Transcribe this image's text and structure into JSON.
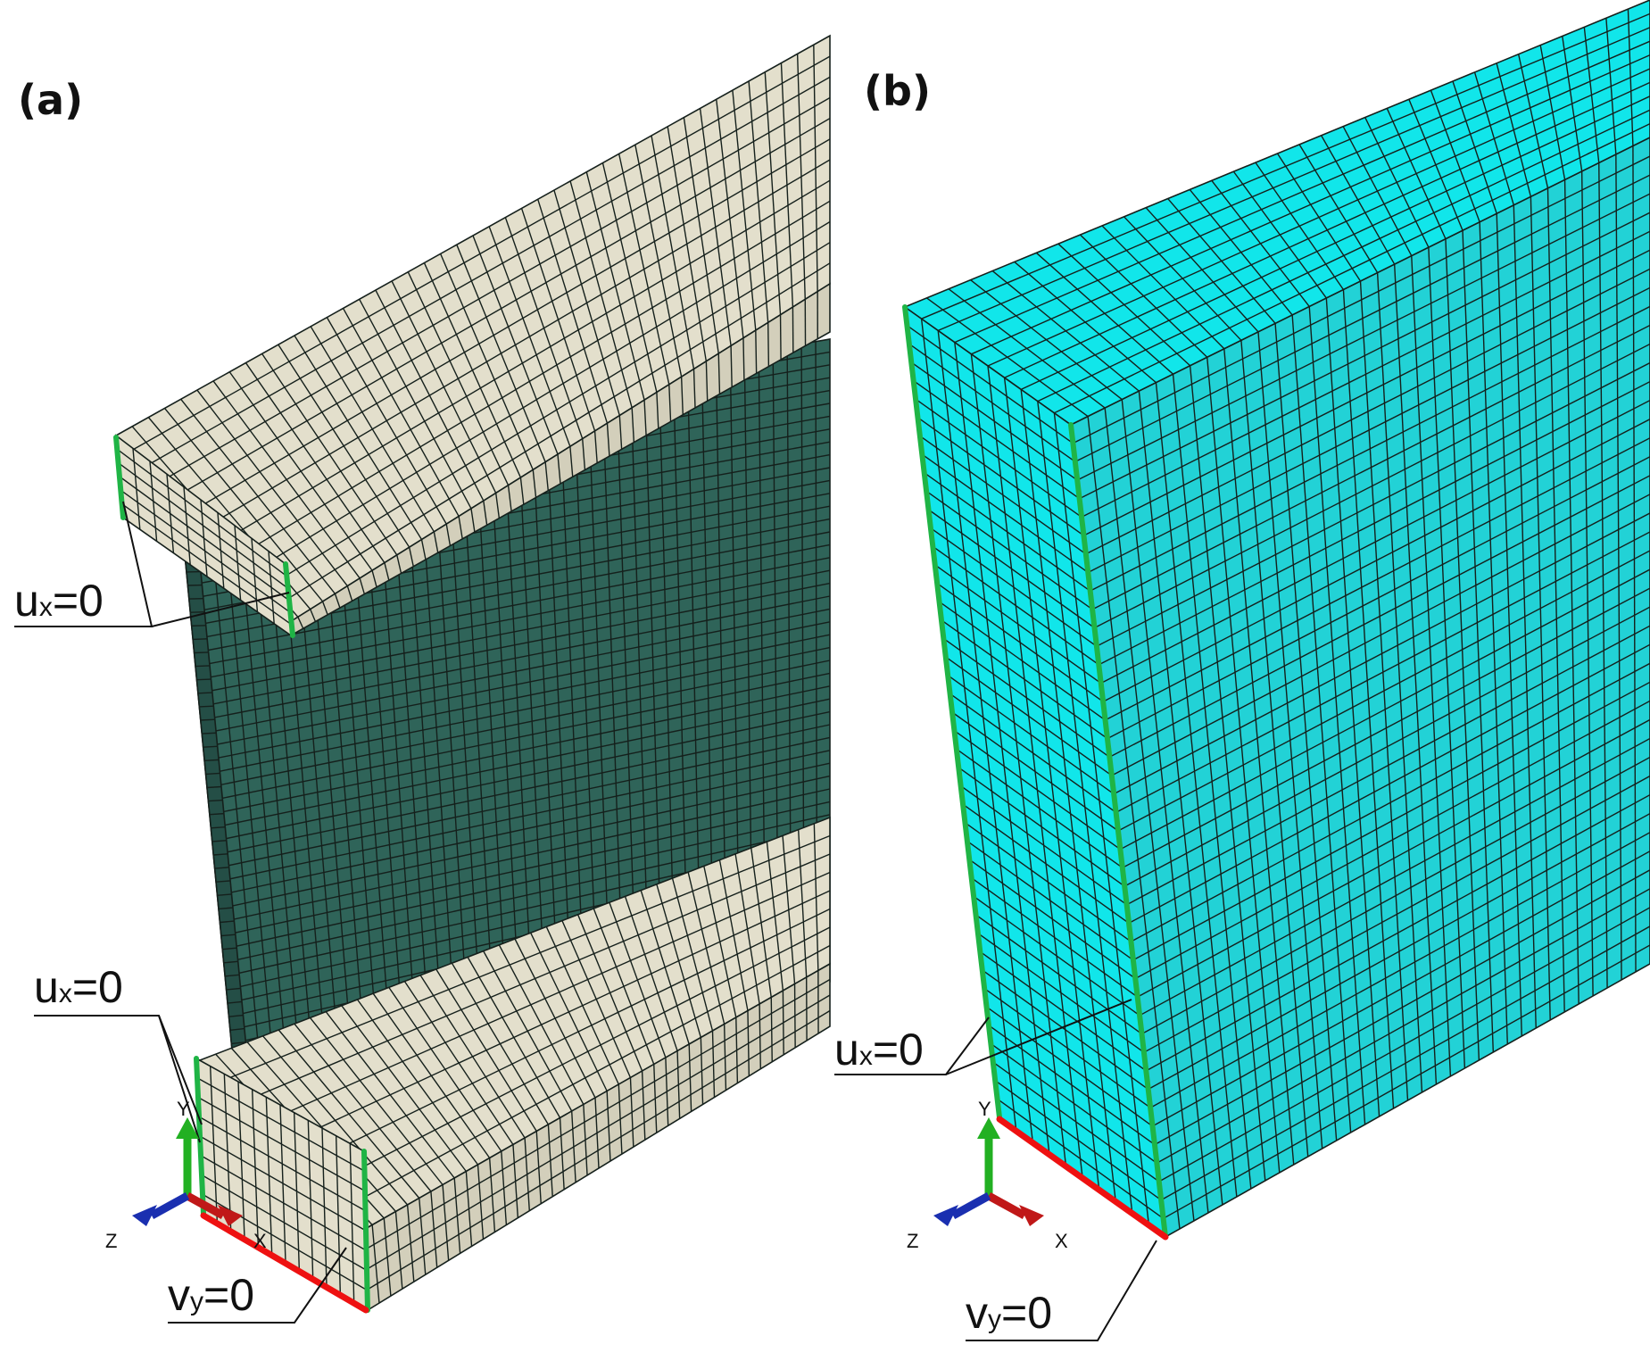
{
  "panels": [
    {
      "label": "(a)",
      "bc_labels": [
        {
          "base": "u",
          "sub": "x",
          "rhs": "=0"
        },
        {
          "base": "u",
          "sub": "x",
          "rhs": "=0"
        },
        {
          "base": "v",
          "sub": "y",
          "rhs": "=0"
        }
      ],
      "triad": {
        "y": "Y",
        "z": "Z",
        "x": "X"
      }
    },
    {
      "label": "(b)",
      "bc_labels": [
        {
          "base": "u",
          "sub": "x",
          "rhs": "=0"
        },
        {
          "base": "v",
          "sub": "y",
          "rhs": "=0"
        }
      ],
      "triad": {
        "y": "Y",
        "z": "Z",
        "x": "X"
      }
    }
  ],
  "colors": {
    "flange": "#e3dfcc",
    "flange_edge": "#d3cfbb",
    "web": "#2f6459",
    "solid_front": "#22d2d6",
    "solid_top": "#11e6ea",
    "mesh_line": "#15201c",
    "bc_green": "#1fb445",
    "bc_red": "#ee1111",
    "axis_green": "#22b022",
    "axis_red": "#c01818",
    "axis_blue": "#1a2fb0"
  }
}
